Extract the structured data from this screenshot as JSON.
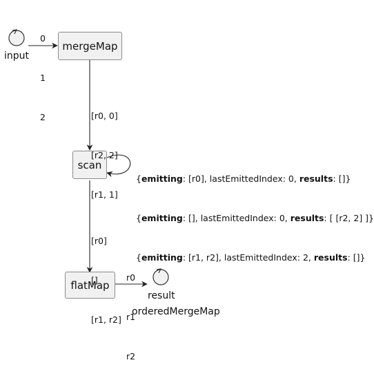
{
  "nodes": {
    "input": "input",
    "mergeMap": "mergeMap",
    "scan": "scan",
    "flatMap": "flatMap",
    "result": "result"
  },
  "edges": {
    "input_to_mergeMap": [
      "0",
      "1",
      "2"
    ],
    "mergeMap_to_scan": [
      "[r0, 0]",
      "[r2, 2]",
      "[r1, 1]"
    ],
    "scan_to_flatMap": [
      "[r0]",
      "[]",
      "[r1, r2]"
    ],
    "flatMap_to_result": [
      "r0",
      "r1",
      "r2"
    ]
  },
  "scan_self_loop": [
    {
      "k1": "emitting",
      "v1": ": [r0], lastEmittedIndex: 0, ",
      "k2": "results",
      "v2": ": []}"
    },
    {
      "k1": "emitting",
      "v1": ": [], lastEmittedIndex: 0, ",
      "k2": "results",
      "v2": ": [ [r2, 2] ]}"
    },
    {
      "k1": "emitting",
      "v1": ": [r1, r2], lastEmittedIndex: 2, ",
      "k2": "results",
      "v2": ": []}"
    }
  ],
  "caption": "orderedMergeMap"
}
